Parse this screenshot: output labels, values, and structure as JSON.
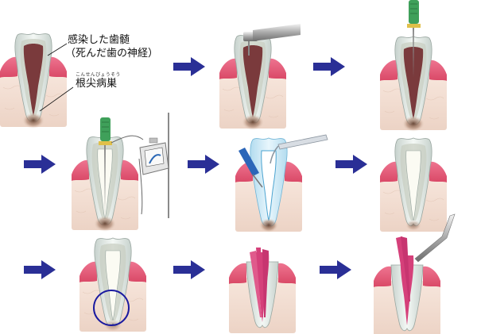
{
  "labels": {
    "infected_pulp_line1": "感染した歯髄",
    "infected_pulp_line2": "（死んだ歯の神経）",
    "lesion_ruby": "こんせんびょうそう",
    "periapical_lesion": "根尖病巣"
  },
  "steps": [
    {
      "id": "infected-tooth"
    },
    {
      "id": "drilling-access"
    },
    {
      "id": "file-in-canal"
    },
    {
      "id": "apex-locator-measuring"
    },
    {
      "id": "irrigation"
    },
    {
      "id": "cleaned-canal"
    },
    {
      "id": "lesion-check"
    },
    {
      "id": "gutta-percha-filling"
    },
    {
      "id": "filling-condensation"
    }
  ],
  "colors": {
    "arrow": "#2a2f96",
    "gum": "#e8607c",
    "bone": "#f5e2d8",
    "enamel": "#e3ece8",
    "dentin": "#c9cfc4",
    "pulp_infected": "#7a3a3c",
    "canal_clean": "#fdfdf6",
    "filling": "#d5407a",
    "circle": "#1a1aa0"
  },
  "icons": [
    "arrow-right-icon",
    "drill-icon",
    "endodontic-file-icon",
    "apex-locator-icon",
    "irrigation-syringe-icon",
    "plugger-icon"
  ]
}
